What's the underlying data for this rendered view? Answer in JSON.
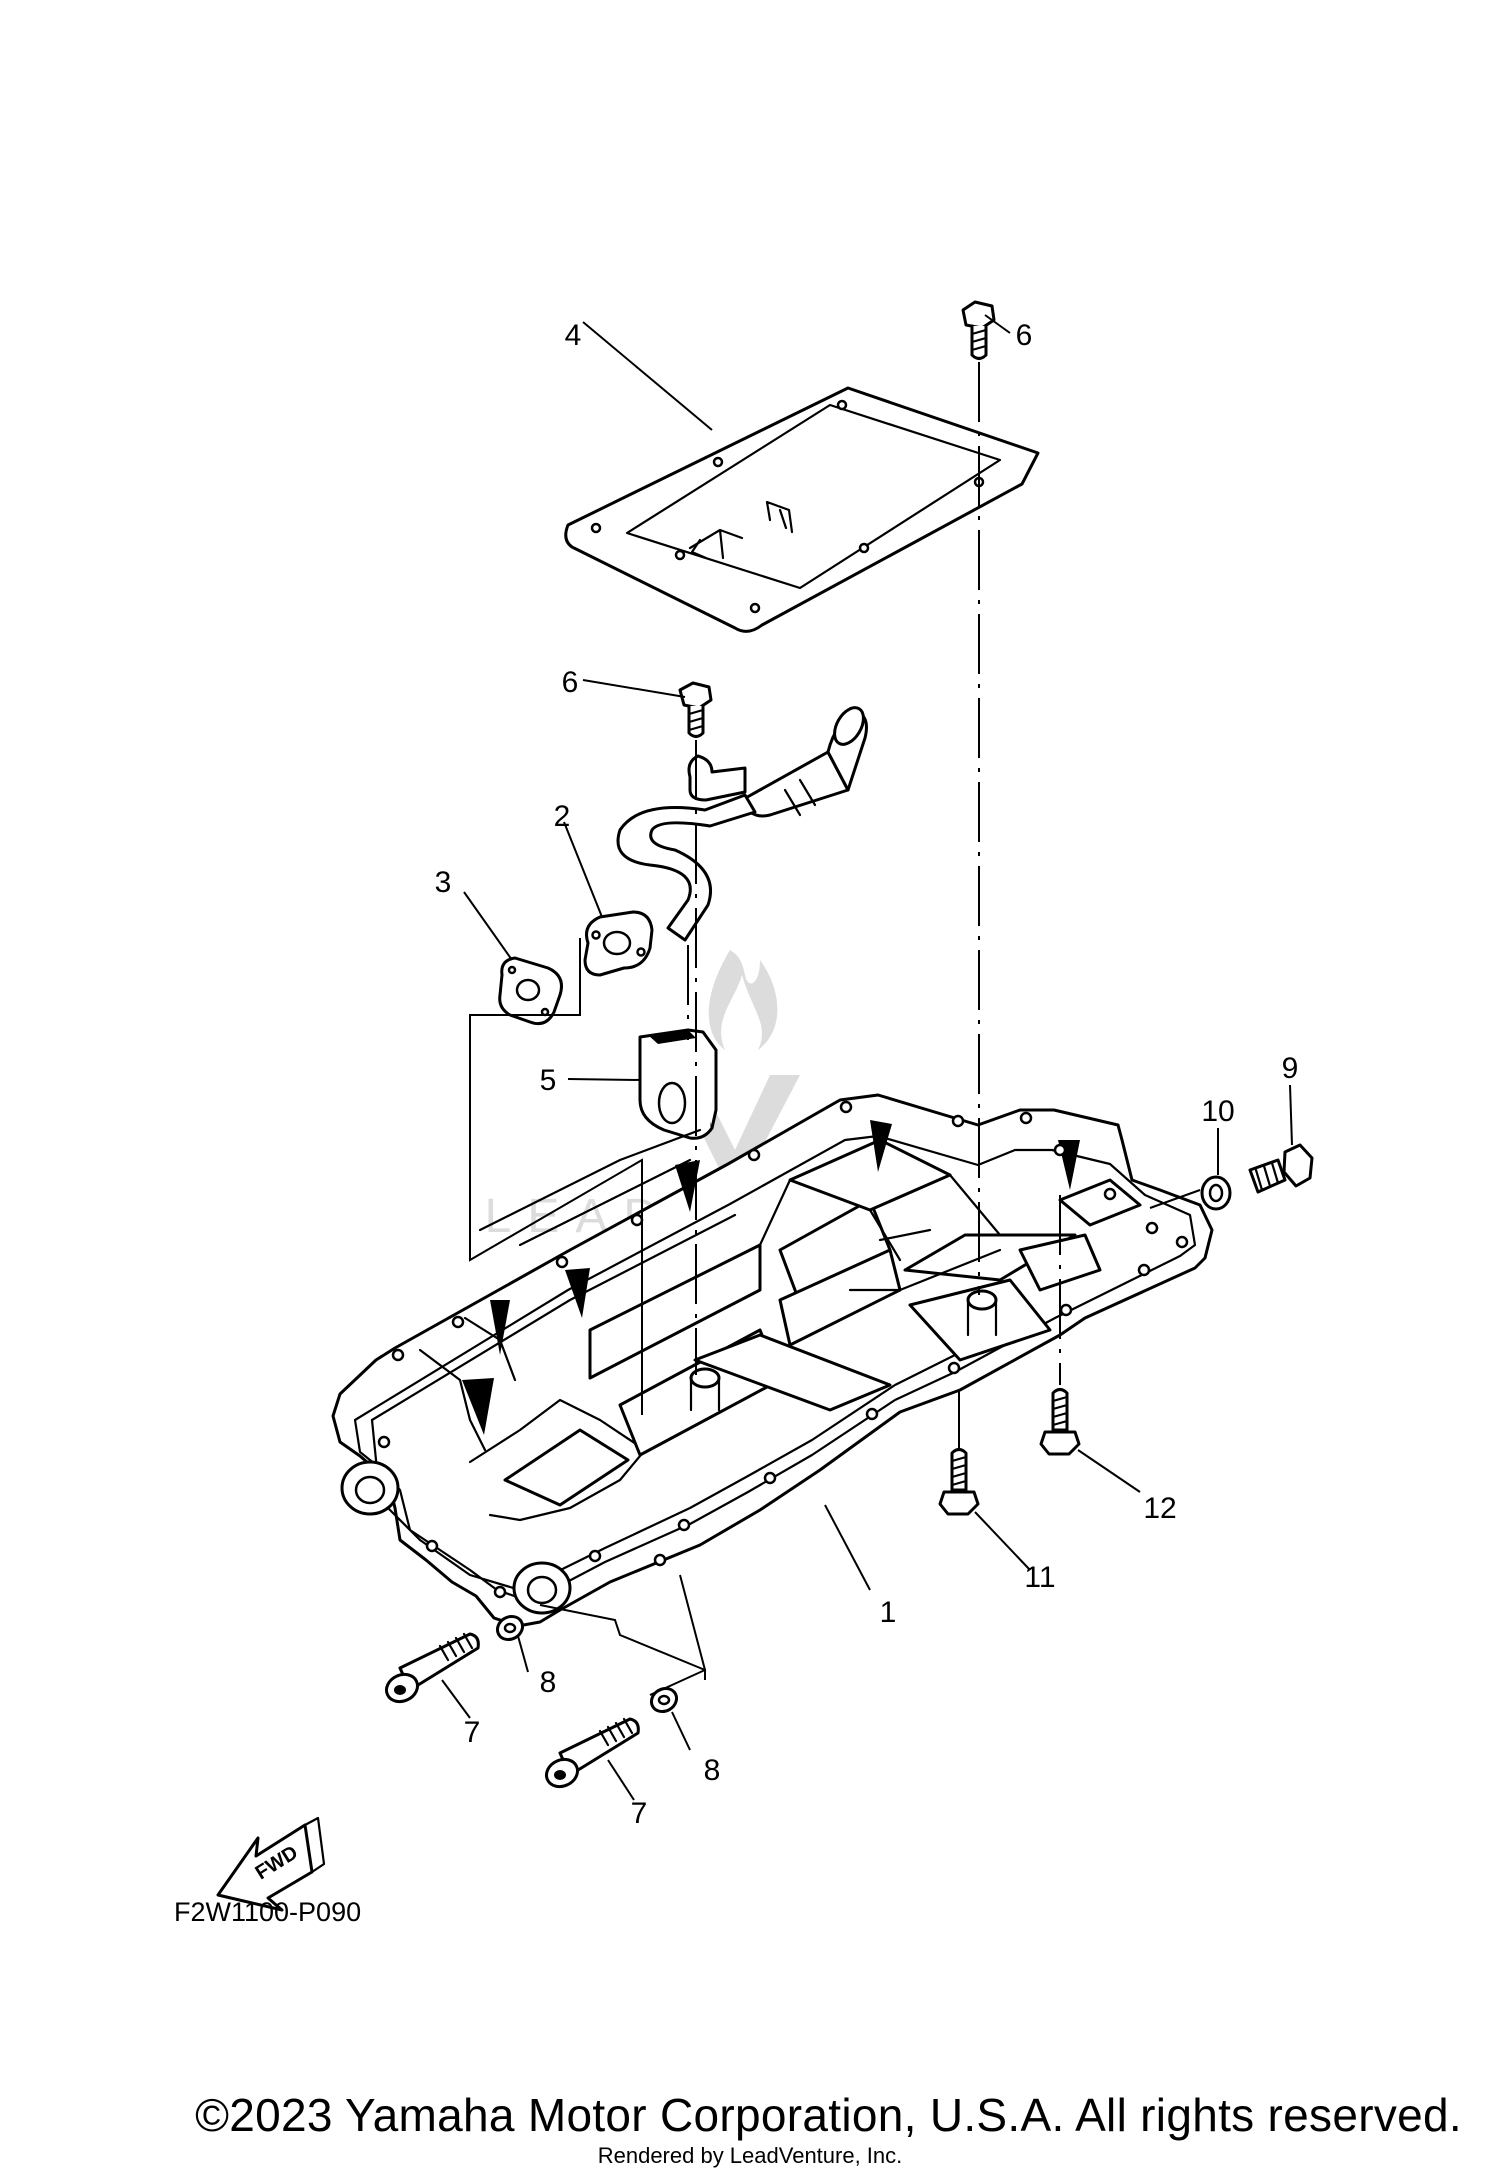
{
  "diagram": {
    "code": "F2W1100-P090",
    "direction_arrow": {
      "label": "FWD",
      "icon": "fwd-arrow-icon"
    },
    "watermark": "LEADVENTURE",
    "callouts": {
      "c1": "1",
      "c2": "2",
      "c3": "3",
      "c4": "4",
      "c5": "5",
      "c6a": "6",
      "c6b": "6",
      "c7a": "7",
      "c7b": "7",
      "c8a": "8",
      "c8b": "8",
      "c9": "9",
      "c10": "10",
      "c11": "11",
      "c12": "12"
    }
  },
  "footer": {
    "copyright": "©2023 Yamaha Motor Corporation, U.S.A. All rights reserved.",
    "rendered_by": "Rendered by LeadVenture, Inc."
  }
}
